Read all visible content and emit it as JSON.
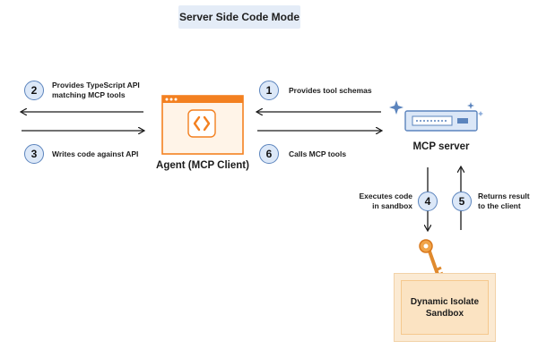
{
  "title": "Server Side Code Mode",
  "agent": {
    "label": "Agent (MCP Client)"
  },
  "server": {
    "label": "MCP server"
  },
  "sandbox": {
    "line1": "Dynamic Isolate",
    "line2": "Sandbox"
  },
  "steps": [
    {
      "num": "1",
      "line1": "Provides tool schemas",
      "line2": ""
    },
    {
      "num": "2",
      "line1": "Provides TypeScript API",
      "line2": "matching MCP tools"
    },
    {
      "num": "3",
      "line1": "Writes code against API",
      "line2": ""
    },
    {
      "num": "4",
      "line1": "Executes code",
      "line2": "in sandbox"
    },
    {
      "num": "5",
      "line1": "Returns result",
      "line2": "to the client"
    },
    {
      "num": "6",
      "line1": "Calls MCP tools",
      "line2": ""
    }
  ],
  "colors": {
    "accent_orange": "#f38020",
    "badge_fill": "#dce8f8",
    "badge_border": "#5b84bd",
    "title_bg": "#e4ecf7",
    "sandbox_bg": "#fbe3c2"
  }
}
